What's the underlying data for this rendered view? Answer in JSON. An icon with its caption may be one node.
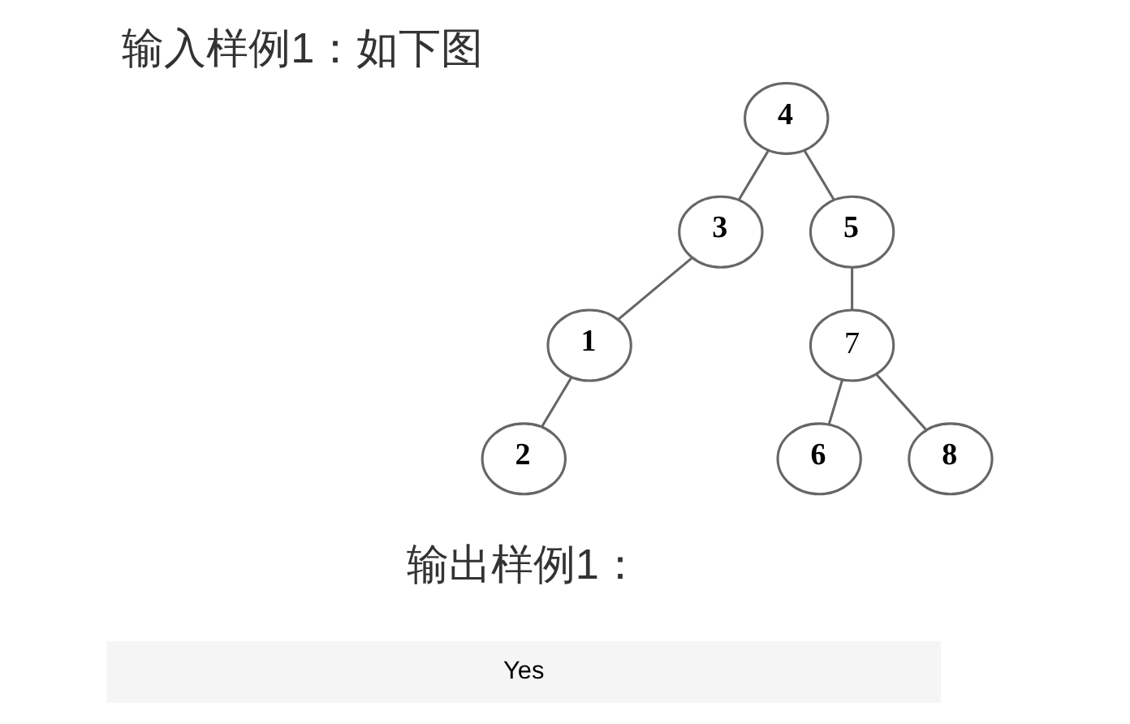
{
  "diagram": {
    "title": "输入样例1：如下图",
    "nodes": [
      {
        "text": [
          "4"
        ]
      },
      {
        "text": [
          "3"
        ]
      },
      {
        "text": [
          "5"
        ]
      },
      {
        "text": [
          "1"
        ]
      },
      {
        "text": [
          "7"
        ]
      },
      {
        "text": [
          "2"
        ]
      },
      {
        "text": [
          "6"
        ]
      },
      {
        "text": [
          "8"
        ]
      }
    ],
    "edges": [
      {
        "from": 0,
        "to": 1,
        "arrow": "none"
      },
      {
        "from": 0,
        "to": 2,
        "arrow": "none"
      },
      {
        "from": 1,
        "to": 3,
        "arrow": "none"
      },
      {
        "from": 2,
        "to": 4,
        "arrow": "none"
      },
      {
        "from": 3,
        "to": 5,
        "arrow": "none"
      },
      {
        "from": 4,
        "to": 6,
        "arrow": "none"
      },
      {
        "from": 4,
        "to": 7,
        "arrow": "none"
      }
    ],
    "labels": [
      "输出样例1：",
      "Yes"
    ]
  }
}
